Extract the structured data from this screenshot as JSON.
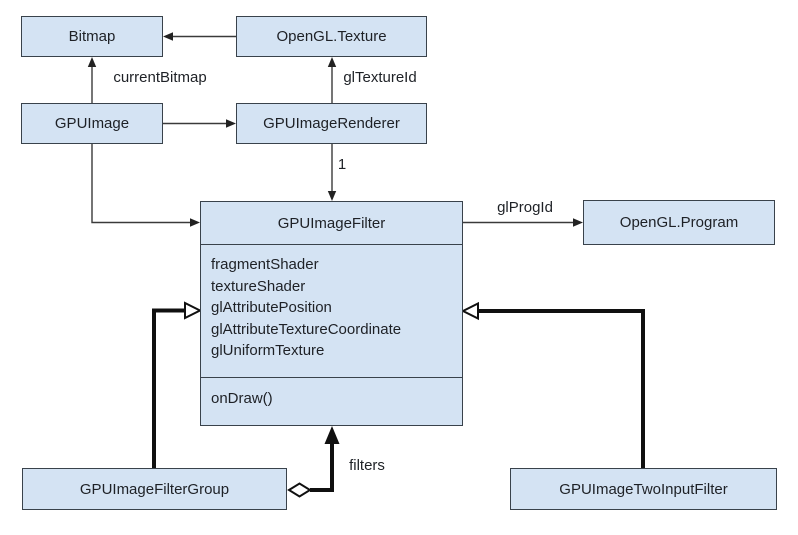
{
  "nodes": {
    "bitmap": {
      "label": "Bitmap"
    },
    "opengl_texture": {
      "label": "OpenGL.Texture"
    },
    "gpuimage": {
      "label": "GPUImage"
    },
    "renderer": {
      "label": "GPUImageRenderer"
    },
    "filter": {
      "label": "GPUImageFilter",
      "attributes": [
        "fragmentShader",
        "textureShader",
        "glAttributePosition",
        "glAttributeTextureCoordinate",
        "glUniformTexture"
      ],
      "methods": [
        "onDraw()"
      ]
    },
    "program": {
      "label": "OpenGL.Program"
    },
    "filter_group": {
      "label": "GPUImageFilterGroup"
    },
    "two_input_filter": {
      "label": "GPUImageTwoInputFilter"
    }
  },
  "edge_labels": {
    "current_bitmap": "currentBitmap",
    "gl_texture_id": "glTextureId",
    "renderer_filter_multiplicity": "1",
    "gl_prog_id": "glProgId",
    "filters": "filters"
  },
  "colors": {
    "background": "#ffffff",
    "node_fill": "#d4e3f3",
    "node_border": "#39424b",
    "text": "#1e2126",
    "thin_arrow": "#3a3a3a",
    "thick_arrow": "#101010"
  }
}
